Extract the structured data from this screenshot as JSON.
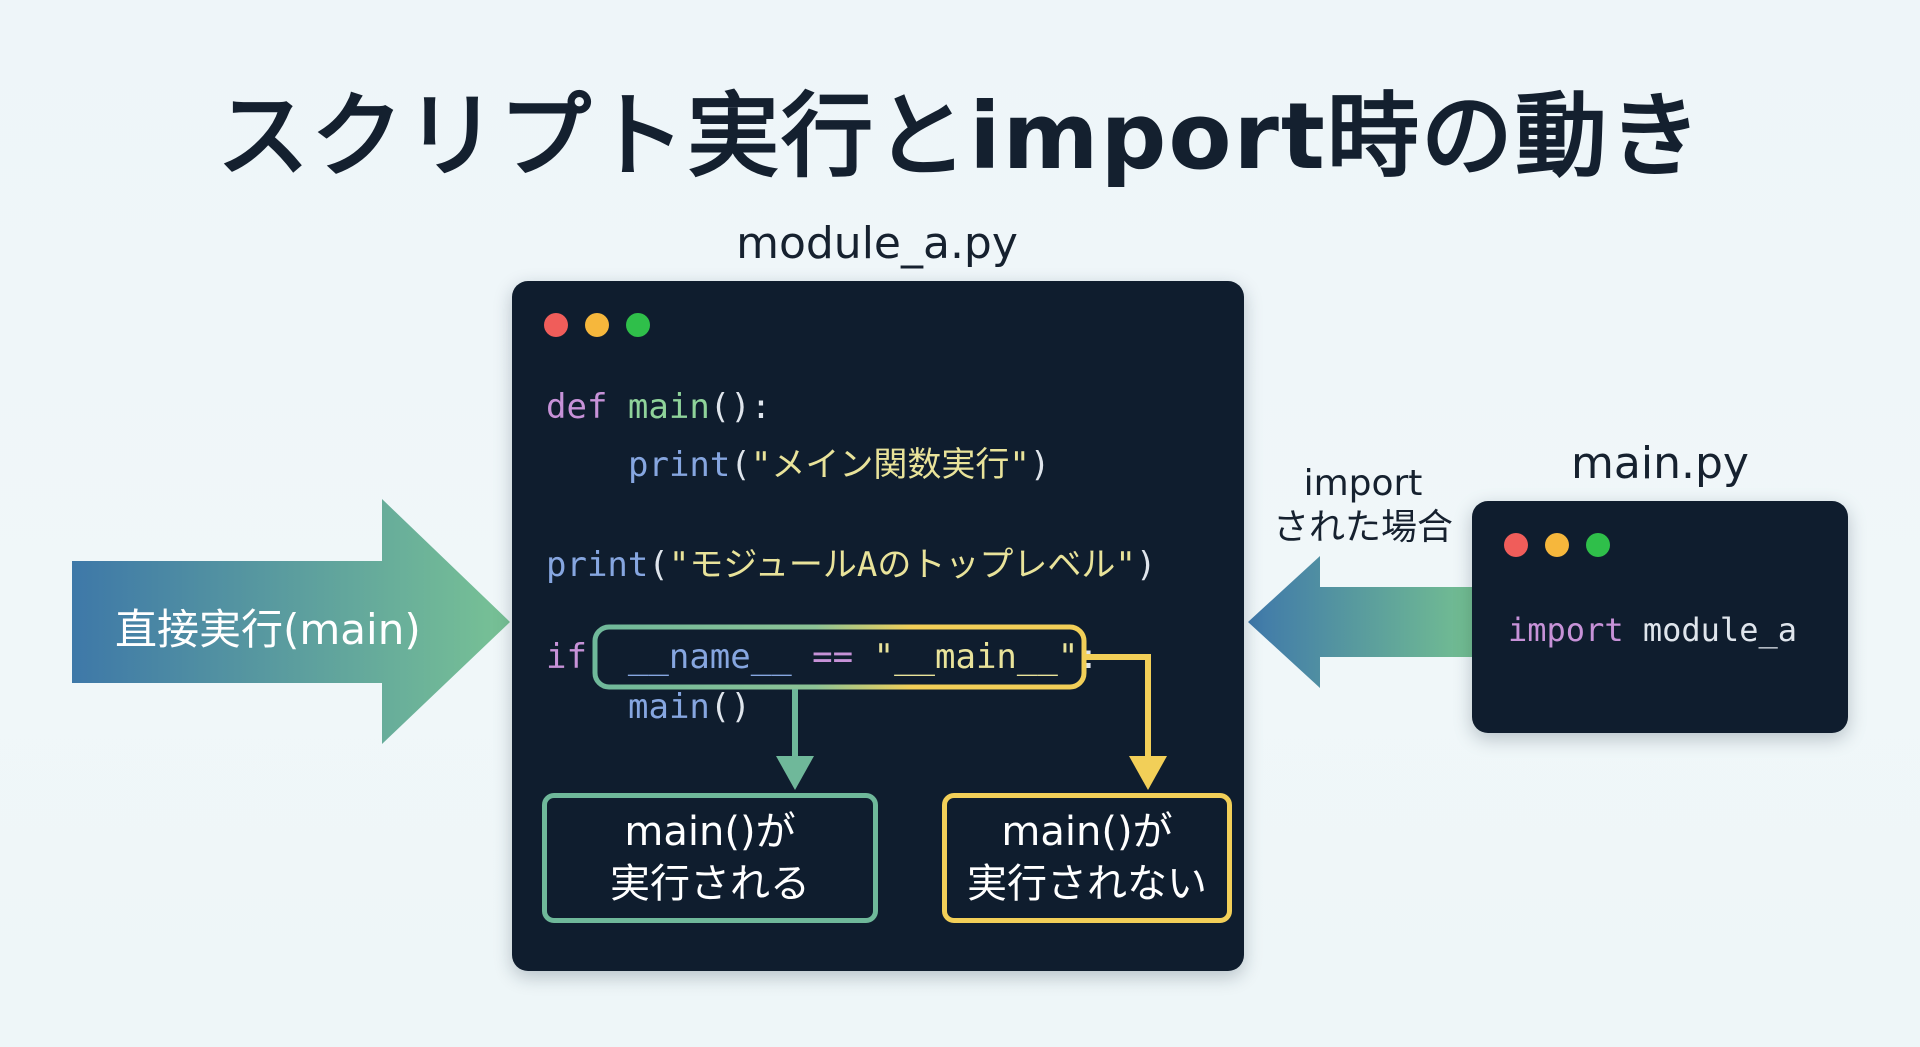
{
  "title": "スクリプト実行とimport時の動き",
  "module_a": {
    "filename": "module_a.py",
    "window_dots": [
      "#f05d5a",
      "#f6b73c",
      "#2fbf4a"
    ],
    "code": {
      "line1": {
        "kw": "def",
        "fn": "main",
        "rest": "():"
      },
      "line2": {
        "bi": "print",
        "open": "(",
        "str": "\"メイン関数実行\"",
        "close": ")"
      },
      "line3": {
        "bi": "print",
        "open": "(",
        "str": "\"モジュールAのトップレベル\"",
        "close": ")"
      },
      "line4": {
        "kw": "if",
        "name": "__name__",
        "op": "==",
        "str": "\"__main__\"",
        "colon": ":"
      },
      "line5": {
        "bi": "main",
        "rest": "()"
      }
    },
    "result_true": {
      "line1": "main()が",
      "line2": "実行される"
    },
    "result_false": {
      "line1": "main()が",
      "line2": "実行されない"
    }
  },
  "main_py": {
    "filename": "main.py",
    "window_dots": [
      "#f05d5a",
      "#f6b73c",
      "#2fbf4a"
    ],
    "code": {
      "kw": "import",
      "rest": "module_a"
    }
  },
  "direct_run_arrow": {
    "label": "直接実行(main)"
  },
  "import_arrow": {
    "label_line1": "import",
    "label_line2": "された場合"
  },
  "colors": {
    "teal": "#6fb89a",
    "yellow": "#f2cf58",
    "arrow_blue": "#3f79a8",
    "arrow_green": "#74bf94",
    "window_bg": "#0f1d2e"
  }
}
